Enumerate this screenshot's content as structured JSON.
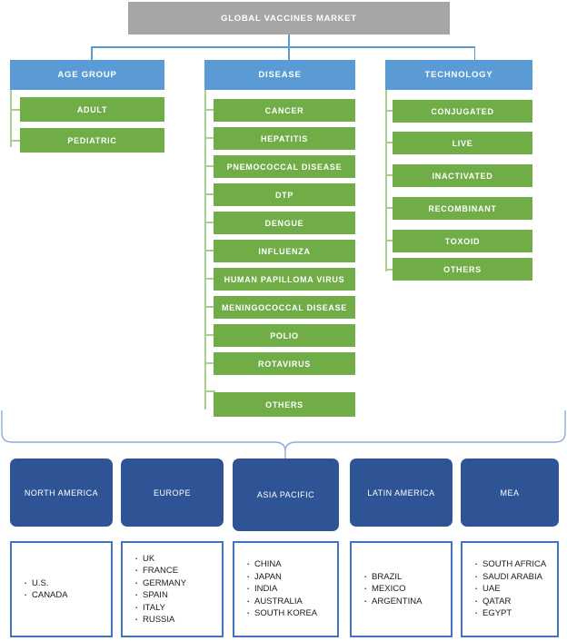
{
  "diagram": {
    "title": "GLOBAL VACCINES MARKET",
    "type": "org-chart",
    "segments": [
      {
        "id": "age-group",
        "label": "AGE GROUP",
        "items": [
          "ADULT",
          "PEDIATRIC"
        ]
      },
      {
        "id": "disease",
        "label": "DISEASE",
        "items": [
          "CANCER",
          "HEPATITIS",
          "PNEMOCOCCAL DISEASE",
          "DTP",
          "DENGUE",
          "INFLUENZA",
          "HUMAN PAPILLOMA VIRUS",
          "MENINGOCOCCAL DISEASE",
          "POLIO",
          "ROTAVIRUS",
          "OTHERS"
        ]
      },
      {
        "id": "technology",
        "label": "TECHNOLOGY",
        "items": [
          "CONJUGATED",
          "LIVE",
          "INACTIVATED",
          "RECOMBINANT",
          "TOXOID",
          "OTHERS"
        ]
      }
    ],
    "regions": [
      {
        "id": "north-america",
        "label": "NORTH AMERICA",
        "countries": [
          "U.S.",
          "CANADA"
        ]
      },
      {
        "id": "europe",
        "label": "EUROPE",
        "countries": [
          "UK",
          "FRANCE",
          "GERMANY",
          "SPAIN",
          "ITALY",
          "RUSSIA"
        ]
      },
      {
        "id": "asia-pacific",
        "label": "ASIA PACIFIC",
        "countries": [
          "CHINA",
          "JAPAN",
          "INDIA",
          "AUSTRALIA",
          "SOUTH KOREA"
        ]
      },
      {
        "id": "latin-america",
        "label": "LATIN AMERICA",
        "countries": [
          "BRAZIL",
          "MEXICO",
          "ARGENTINA"
        ]
      },
      {
        "id": "mea",
        "label": "MEA",
        "countries": [
          "SOUTH AFRICA",
          "SAUDI ARABIA",
          "UAE",
          "QATAR",
          "EGYPT"
        ]
      }
    ],
    "colors": {
      "root": "#A6A6A6",
      "category": "#5B9BD5",
      "leaf": "#70AD47",
      "region_header": "#2F5496",
      "region_border": "#4472C4",
      "connector_blue": "#5B9BD5",
      "connector_green": "#A9D18E",
      "text_on_fill": "#FFFFFF",
      "text_body": "#1A1A1A"
    }
  }
}
